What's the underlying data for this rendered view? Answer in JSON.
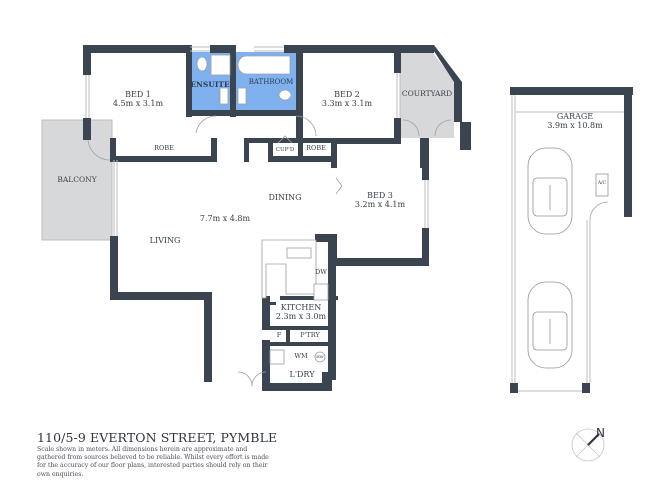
{
  "property": {
    "address": "110/5-9 EVERTON STREET, PYMBLE",
    "disclaimer": "Scale shown in meters. All dimensions herein are approximate and gathered from sources believed to be reliable. Whilst every effort is made for the accuracy of our floor plans, interested parties should rely on their own enquiries."
  },
  "compass": {
    "label": "N",
    "icon": "north-arrow-icon"
  },
  "colors": {
    "wall": "#3b4451",
    "wet_area": "#7fb0ef",
    "outdoor": "#d5d6d7",
    "line": "#9aa0a6"
  },
  "rooms": {
    "bed1": {
      "name": "BED 1",
      "size": "4.5m x 3.1m"
    },
    "ensuite": {
      "name": "ENSUITE"
    },
    "bathroom": {
      "name": "BATHROOM"
    },
    "bed2": {
      "name": "BED 2",
      "size": "3.3m x 3.1m"
    },
    "courtyard": {
      "name": "COURTYARD"
    },
    "robe1": {
      "name": "ROBE"
    },
    "cupd": {
      "name": "CUP'D"
    },
    "robe2": {
      "name": "ROBE"
    },
    "balcony": {
      "name": "BALCONY"
    },
    "dining": {
      "name": "DINING"
    },
    "living_size": {
      "size": "7.7m x 4.8m"
    },
    "living": {
      "name": "LIVING"
    },
    "bed3": {
      "name": "BED 3",
      "size": "3.2m x 4.1m"
    },
    "kitchen": {
      "name": "KITCHEN",
      "size": "2.3m x 3.0m"
    },
    "fridge": {
      "name": "F"
    },
    "pantry": {
      "name": "P'TRY"
    },
    "laundry": {
      "name": "L'DRY"
    },
    "garage": {
      "name": "GARAGE",
      "size": "3.9m x 10.8m"
    }
  },
  "fixtures": {
    "dishwasher": "DW",
    "washing_machine": "WM",
    "hot_water": "HW",
    "air_con": "A/C"
  }
}
